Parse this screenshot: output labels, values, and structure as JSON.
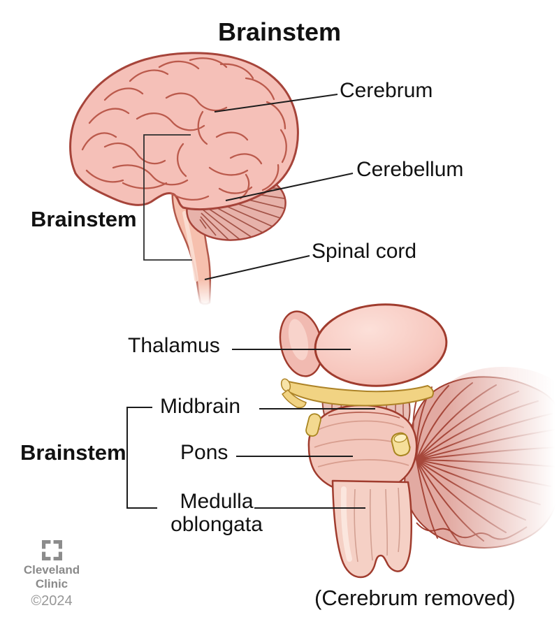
{
  "title": "Brainstem",
  "figure_top": {
    "description": "whole brain lateral view with brainstem bracket",
    "labels": {
      "cerebrum": "Cerebrum",
      "cerebellum": "Cerebellum",
      "spinal_cord": "Spinal cord",
      "brainstem": "Brainstem"
    }
  },
  "figure_bottom": {
    "description": "brainstem close-up with cerebrum removed",
    "labels": {
      "thalamus": "Thalamus",
      "midbrain": "Midbrain",
      "pons": "Pons",
      "medulla": "Medulla oblongata",
      "brainstem": "Brainstem"
    },
    "caption": "(Cerebrum removed)"
  },
  "footer": {
    "brand_line1": "Cleveland",
    "brand_line2": "Clinic",
    "copyright": "©2024"
  },
  "palette": {
    "brain_fill": "#f5c0b8",
    "outline_red": "#a6443a",
    "sulci_red": "#bb5a4c",
    "cerebellum_fill": "#e7b2aa",
    "stem_fill": "#f7d0c6",
    "thalamus_fill": "#f7c7be",
    "nerve_yellow": "#f1d383",
    "nerve_yellow_outline": "#ad8327",
    "fan_fill": "#e2aaa2",
    "fan_line": "#a6473a",
    "leader_black": "#1c1c1c",
    "logo_gray": "#8c8c8c",
    "text_black": "#111111"
  }
}
